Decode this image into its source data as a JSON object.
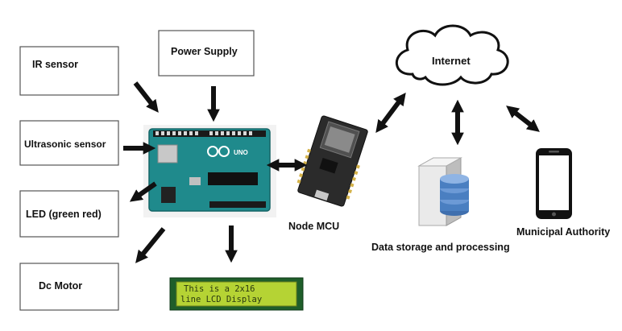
{
  "boxes": {
    "ir_sensor": "IR sensor",
    "power_supply": "Power Supply",
    "ultrasonic_sensor": "Ultrasonic sensor",
    "led": "LED (green red)",
    "dc_motor": "Dc Motor"
  },
  "labels": {
    "node_mcu": "Node MCU",
    "internet": "Internet",
    "data_storage": "Data storage and processing",
    "municipal_authority": "Municipal Authority"
  },
  "lcd": {
    "line1": "This is a 2x16",
    "line2": "line LCD Display"
  },
  "arduino": {
    "brand": "UNO"
  },
  "colors": {
    "arrow": "#111111",
    "arduino_board": "#1f8a8c",
    "lcd_screen": "#b5d334",
    "nodemcu_board": "#2b2b2b",
    "server_disk": "#4a7fc1"
  }
}
